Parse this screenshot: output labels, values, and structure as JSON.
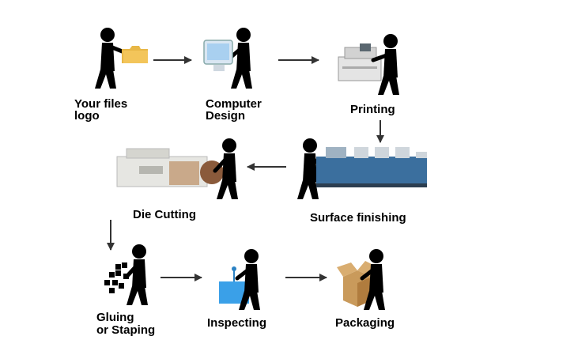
{
  "steps": [
    {
      "label": "Your files\nlogo",
      "icon": "folder-icon"
    },
    {
      "label": "Computer\nDesign",
      "icon": "computer-monitor-icon"
    },
    {
      "label": "Printing",
      "icon": "office-printer-icon"
    },
    {
      "label": "Surface finishing",
      "icon": "printing-press-machine-icon"
    },
    {
      "label": "Die Cutting",
      "icon": "die-cutting-machine-icon"
    },
    {
      "label": "Gluing\nor Staping",
      "icon": "glue-dots-icon"
    },
    {
      "label": "Inspecting",
      "icon": "inspection-box-icon"
    },
    {
      "label": "Packaging",
      "icon": "cardboard-box-icon"
    }
  ],
  "colors": {
    "figure": "#000000",
    "arrow": "#333333",
    "folder": "#f3c55a",
    "inspect_box": "#3aa0e8",
    "machine_light": "#e4e4e4",
    "press_blue": "#3b6f9e",
    "cardboard": "#c99a5b"
  }
}
